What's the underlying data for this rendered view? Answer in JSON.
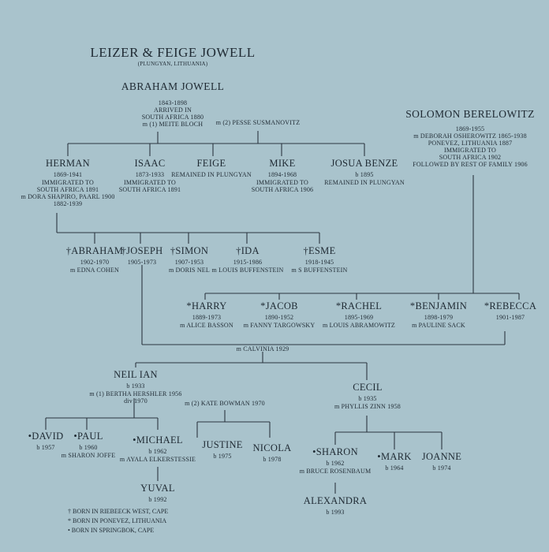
{
  "people": {
    "leizer_feige": {
      "name": "LEIZER & FEIGE JOWELL",
      "info": [
        "(PLUNGYAN, LITHUANIA)"
      ]
    },
    "abraham_jowell": {
      "name": "ABRAHAM JOWELL",
      "info": [
        "1843-1898",
        "ARRIVED IN",
        "SOUTH AFRICA 1880",
        "m (1) MEITE BLOCH"
      ]
    },
    "solomon": {
      "name": "SOLOMON BERELOWITZ",
      "info": [
        "1869-1955",
        "m DEBORAH OSHEROWITZ 1865-1938",
        "PONEVEZ, LITHUANIA 1887",
        "IMMIGRATED TO",
        "SOUTH AFRICA 1902",
        "FOLLOWED BY REST OF FAMILY 1906"
      ]
    },
    "herman": {
      "name": "HERMAN",
      "info": [
        "1869-1941",
        "IMMIGRATED TO",
        "SOUTH AFRICA 1891",
        "m DORA SHAPIRO, PAARL 1900",
        "1882-1939"
      ]
    },
    "isaac": {
      "name": "ISAAC",
      "info": [
        "1873-1933",
        "IMMIGRATED TO",
        "SOUTH AFRICA 1891"
      ]
    },
    "feige": {
      "name": "FEIGE",
      "info": [
        "REMAINED IN PLUNGYAN"
      ]
    },
    "mike": {
      "name": "MIKE",
      "info": [
        "1894-1968",
        "IMMIGRATED TO",
        "SOUTH AFRICA 1906"
      ]
    },
    "josua": {
      "name": "JOSUA BENZE",
      "info": [
        "b 1895",
        "REMAINED IN PLUNGYAN"
      ]
    },
    "abraham2": {
      "name": "†ABRAHAM",
      "info": [
        "1902-1970",
        "m EDNA COHEN"
      ]
    },
    "joseph": {
      "name": "†JOSEPH",
      "info": [
        "1905-1973"
      ]
    },
    "simon": {
      "name": "†SIMON",
      "info": [
        "1907-1953",
        "m DORIS NEL"
      ]
    },
    "ida": {
      "name": "†IDA",
      "info": [
        "1915-1986",
        "m LOUIS BUFFENSTEIN"
      ]
    },
    "esme": {
      "name": "†ESME",
      "info": [
        "1918-1945",
        "m S BUFFENSTEIN"
      ]
    },
    "harry": {
      "name": "*HARRY",
      "info": [
        "1889-1973",
        "m ALICE BASSON"
      ]
    },
    "jacob": {
      "name": "*JACOB",
      "info": [
        "1890-1952",
        "m FANNY TARGOWSKY"
      ]
    },
    "rachel": {
      "name": "*RACHEL",
      "info": [
        "1895-1969",
        "m LOUIS ABRAMOWITZ"
      ]
    },
    "benjamin": {
      "name": "*BENJAMIN",
      "info": [
        "1898-1979",
        "m PAULINE SACK"
      ]
    },
    "rebecca": {
      "name": "*REBECCA",
      "info": [
        "1901-1987"
      ]
    },
    "neil": {
      "name": "NEIL IAN",
      "info": [
        "b 1933",
        "m (1) BERTHA HERSHLER 1956",
        "div 1970"
      ]
    },
    "cecil": {
      "name": "CECIL",
      "info": [
        "b 1935",
        "m PHYLLIS ZINN 1958"
      ]
    },
    "david": {
      "name": "•DAVID",
      "info": [
        "b 1957"
      ]
    },
    "paul": {
      "name": "•PAUL",
      "info": [
        "b 1960",
        "m SHARON JOFFE"
      ]
    },
    "michael": {
      "name": "•MICHAEL",
      "info": [
        "b 1962",
        "m AYALA ELKERSTESSIE"
      ]
    },
    "justine": {
      "name": "JUSTINE",
      "info": [
        "b 1975"
      ]
    },
    "nicola": {
      "name": "NICOLA",
      "info": [
        "b 1978"
      ]
    },
    "sharon": {
      "name": "•SHARON",
      "info": [
        "b 1962",
        "m BRUCE ROSENBAUM"
      ]
    },
    "mark": {
      "name": "•MARK",
      "info": [
        "b 1964"
      ]
    },
    "joanne": {
      "name": "JOANNE",
      "info": [
        "b 1974"
      ]
    },
    "yuval": {
      "name": "YUVAL",
      "info": [
        "b 1992"
      ]
    },
    "alexandra": {
      "name": "ALEXANDRA",
      "info": [
        "b 1993"
      ]
    }
  },
  "marriages": {
    "abraham_m2": "m (2) PESSE SUSMANOVITZ",
    "joseph_rebecca": "m CALVINIA 1929",
    "neil_m2": "m (2) KATE BOWMAN 1970"
  },
  "legend": [
    "† BORN IN RIEBEECK WEST, CAPE",
    "* BORN IN PONEVEZ, LITHUANIA",
    "• BORN IN SPRINGBOK, CAPE"
  ]
}
